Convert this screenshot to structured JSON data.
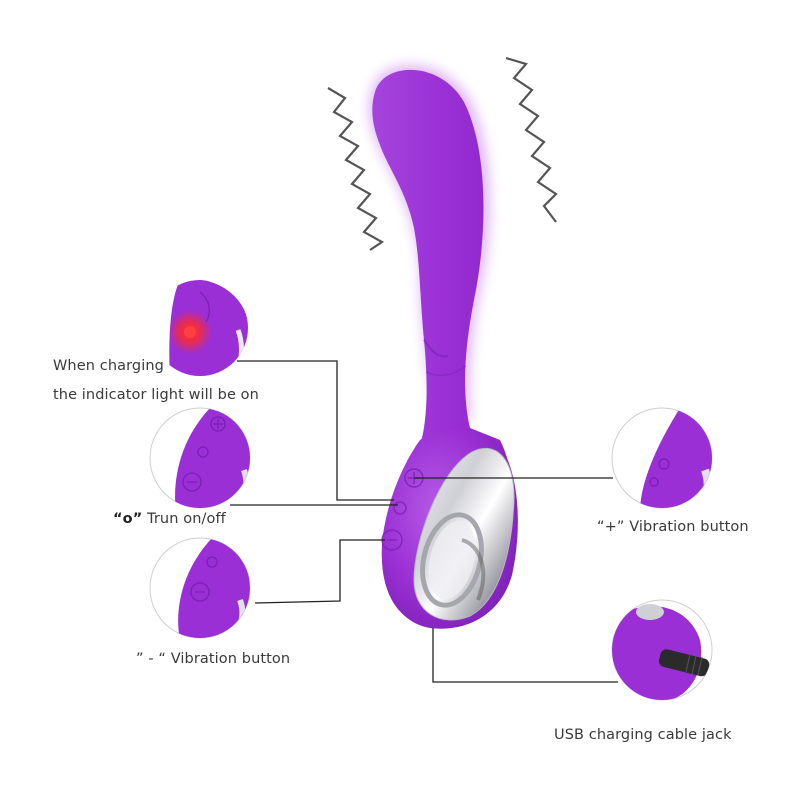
{
  "colors": {
    "product_purple": "#9b2fd6",
    "product_purple_dark": "#7a1fb3",
    "product_purple_light": "#b85ae8",
    "chrome": "#d9d9de",
    "leader_line": "#222222",
    "zigzag": "#555555",
    "indicator_red": "#ff2a2a",
    "text": "#3a3a3a"
  },
  "callouts": {
    "charging": {
      "line1": "When charging",
      "line2": "the indicator light will be on",
      "icon": "red-indicator-light"
    },
    "power": {
      "symbol": "“o”",
      "label": "Trun on/off"
    },
    "plus": {
      "symbol": "“+”",
      "label": "Vibration button"
    },
    "minus": {
      "symbol": "” - “",
      "label": "Vibration button"
    },
    "usb": {
      "label": "USB charging cable jack"
    }
  },
  "decorations": {
    "left_zigzag": "vibration-zigzag-left",
    "right_zigzag": "vibration-zigzag-right"
  }
}
